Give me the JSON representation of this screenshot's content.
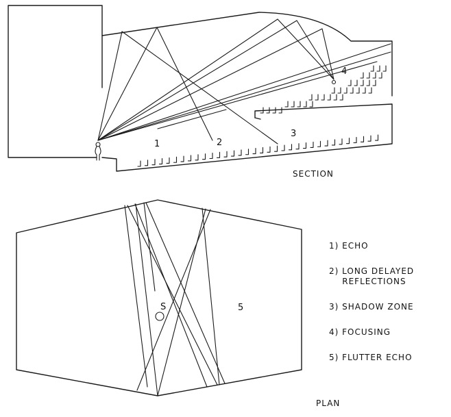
{
  "section_caption": "SECTION",
  "plan_caption": "PLAN",
  "section_numbers": [
    "1",
    "2",
    "3",
    "4"
  ],
  "plan_numbers": [
    "S",
    "5"
  ],
  "legend": [
    "1) ECHO",
    "2) LONG DELAYED\n    REFLECTIONS",
    "3) SHADOW ZONE",
    "4) FOCUSING",
    "5) FLUTTER ECHO"
  ]
}
